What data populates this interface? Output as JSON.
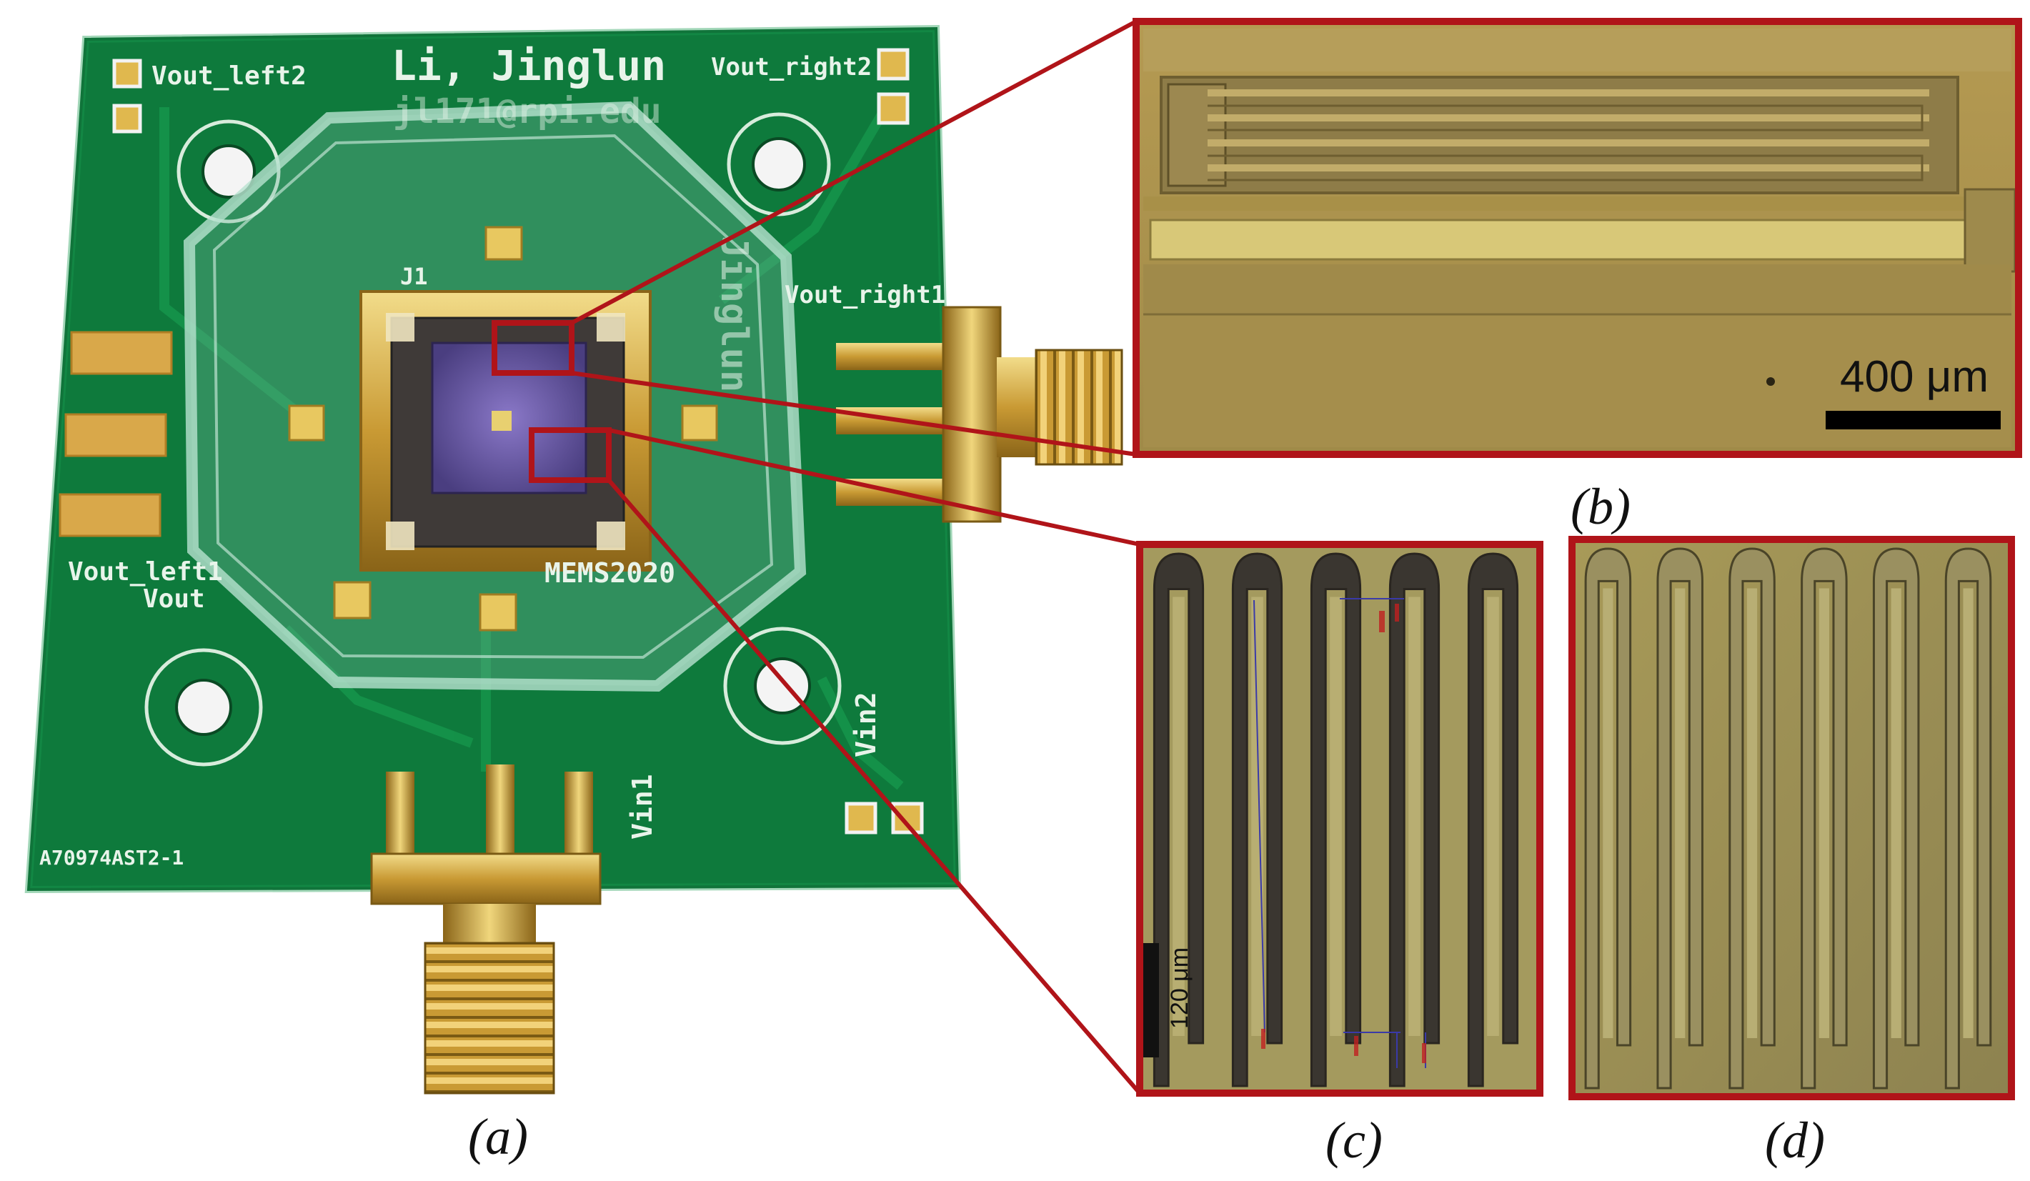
{
  "figure": {
    "panel_a": {
      "caption": "(a)",
      "board_labels": {
        "name_line1": "Li, Jinglun",
        "name_line2": "jl171@rpi.edu",
        "vout_left2": "Vout_left2",
        "vout_right2": "Vout_right2",
        "vout_right1": "Vout_right1",
        "vout_left1": "Vout_left1",
        "vout_partial": "Vout",
        "j1": "J1",
        "mems": "MEMS2020",
        "vin1": "Vin1",
        "vin2": "Vin2",
        "board_id": "A70974AST2-1",
        "side_text": "Jinglun"
      }
    },
    "panel_b": {
      "caption": "(b)",
      "scale_bar_label": "400 μm"
    },
    "panel_c": {
      "caption": "(c)",
      "scale_label": "120 μm"
    },
    "panel_d": {
      "caption": "(d)"
    },
    "colors": {
      "frame_red": "#b01419",
      "pcb_green": "#0e7a3c",
      "gold": "#d9b44a",
      "micro_bg": "#8c7a40",
      "die_purple": "#6a5aa8"
    }
  }
}
